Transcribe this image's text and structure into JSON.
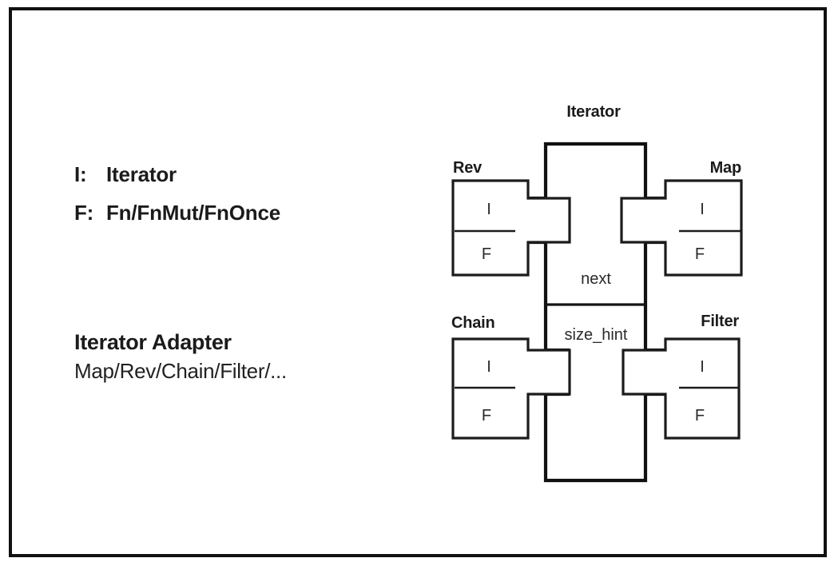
{
  "frame": {
    "border_color": "#111111",
    "background": "#ffffff"
  },
  "legend": {
    "rows": [
      {
        "key": "I:",
        "value": "Iterator"
      },
      {
        "key": "F:",
        "value": "Fn/FnMut/FnOnce"
      }
    ],
    "adapter_title": "Iterator Adapter",
    "adapter_list": "Map/Rev/Chain/Filter/..."
  },
  "diagram": {
    "type": "puzzle-piece-diagram",
    "center": {
      "label": "Iterator",
      "slots": [
        "next",
        "size_hint"
      ]
    },
    "adapters": [
      {
        "name": "Rev",
        "position": "top-left",
        "generics": [
          "I",
          "F"
        ],
        "connector": "tab-right"
      },
      {
        "name": "Map",
        "position": "top-right",
        "generics": [
          "I",
          "F"
        ],
        "connector": "socket-left"
      },
      {
        "name": "Chain",
        "position": "bottom-left",
        "generics": [
          "I",
          "F"
        ],
        "connector": "tab-right"
      },
      {
        "name": "Filter",
        "position": "bottom-right",
        "generics": [
          "I",
          "F"
        ],
        "connector": "tab-left"
      }
    ],
    "stroke_color": "#1c1c1c"
  }
}
